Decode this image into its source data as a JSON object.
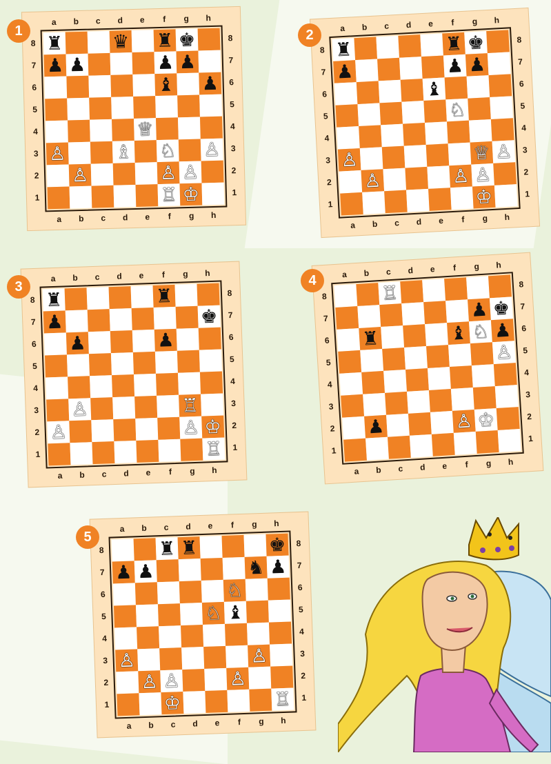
{
  "files": [
    "a",
    "b",
    "c",
    "d",
    "e",
    "f",
    "g",
    "h"
  ],
  "ranks": [
    "8",
    "7",
    "6",
    "5",
    "4",
    "3",
    "2",
    "1"
  ],
  "colors": {
    "dark_square": "#f08224",
    "light_square": "#ffffff",
    "frame": "#fde3bd",
    "badge": "#f08224"
  },
  "puzzles": [
    {
      "number": "1",
      "white": {
        "Q": [
          "e4"
        ],
        "B": [
          "d3"
        ],
        "N": [
          "f3"
        ],
        "R": [
          "f1"
        ],
        "K": [
          "g1"
        ],
        "P": [
          "a3",
          "b2",
          "f2",
          "g2",
          "h3"
        ]
      },
      "black": {
        "R": [
          "a8",
          "f8"
        ],
        "Q": [
          "d8"
        ],
        "K": [
          "g8"
        ],
        "B": [
          "f6"
        ],
        "P": [
          "a7",
          "b7",
          "f7",
          "g7",
          "h6"
        ]
      }
    },
    {
      "number": "2",
      "white": {
        "N": [
          "f5"
        ],
        "Q": [
          "g3"
        ],
        "K": [
          "g1"
        ],
        "P": [
          "a3",
          "b2",
          "f2",
          "g2",
          "h3"
        ]
      },
      "black": {
        "R": [
          "a8",
          "f8"
        ],
        "K": [
          "g8"
        ],
        "B": [
          "e6"
        ],
        "P": [
          "a7",
          "f7",
          "g7"
        ]
      }
    },
    {
      "number": "3",
      "white": {
        "R": [
          "g3",
          "h1"
        ],
        "K": [
          "h2"
        ],
        "P": [
          "a2",
          "b3",
          "g2"
        ]
      },
      "black": {
        "R": [
          "a8",
          "f8"
        ],
        "K": [
          "h7"
        ],
        "P": [
          "a7",
          "b6",
          "f6"
        ]
      }
    },
    {
      "number": "4",
      "white": {
        "R": [
          "c8"
        ],
        "N": [
          "g6"
        ],
        "K": [
          "g2"
        ],
        "P": [
          "f2",
          "h5"
        ]
      },
      "black": {
        "K": [
          "h7"
        ],
        "R": [
          "b6"
        ],
        "B": [
          "f6"
        ],
        "P": [
          "g7",
          "h6",
          "b2"
        ]
      }
    },
    {
      "number": "5",
      "white": {
        "N": [
          "e5",
          "f6"
        ],
        "K": [
          "c1"
        ],
        "R": [
          "h1"
        ],
        "P": [
          "a3",
          "b2",
          "c2",
          "f2",
          "g3"
        ]
      },
      "black": {
        "R": [
          "c8",
          "d8"
        ],
        "K": [
          "h8"
        ],
        "N": [
          "g7"
        ],
        "B": [
          "f5"
        ],
        "P": [
          "a7",
          "b7",
          "h7"
        ]
      }
    }
  ]
}
